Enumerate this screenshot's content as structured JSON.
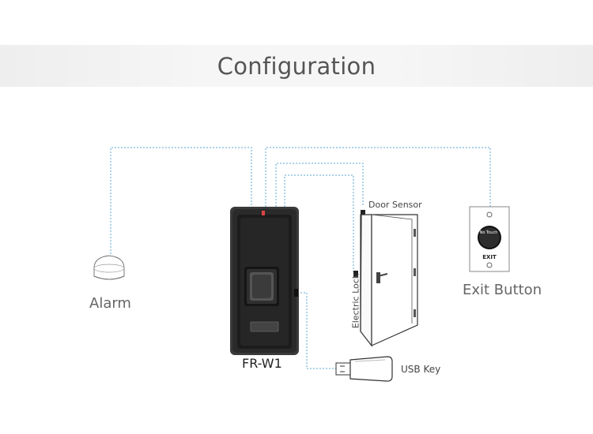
{
  "header": {
    "title": "Configuration"
  },
  "devices": {
    "alarm": "Alarm",
    "reader_model": "FR-W1",
    "door_sensor": "Door Sensor",
    "electric_lock": "Electric Lock",
    "exit_button": "Exit Button",
    "exit_button_face": "No Touch",
    "exit_button_text": "EXIT",
    "usb_key": "USB Key"
  },
  "colors": {
    "wire": "#5aa7d6",
    "device_dark": "#1f1f1f",
    "banner": "#f4f4f4"
  }
}
